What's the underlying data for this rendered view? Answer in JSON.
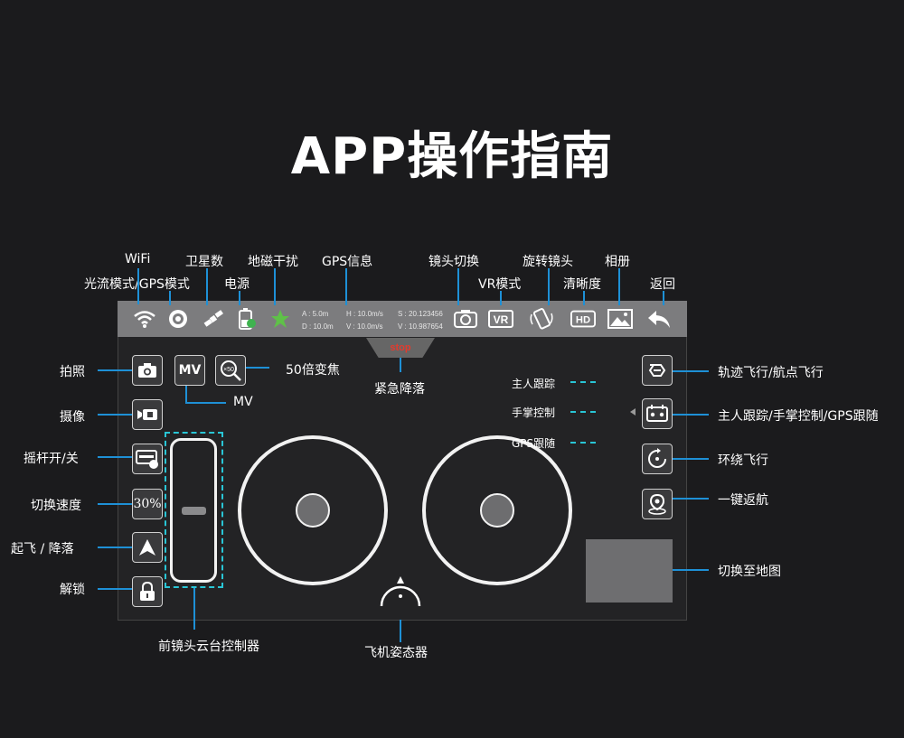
{
  "title": "APP操作指南",
  "top_labels": {
    "wifi": "WiFi",
    "optical_gps": "光流模式/GPS模式",
    "satellites": "卫星数",
    "power": "电源",
    "geomagnetic": "地磁干扰",
    "gps_info": "GPS信息",
    "lens_switch": "镜头切换",
    "vr_mode": "VR模式",
    "rotate_lens": "旋转镜头",
    "clarity": "清晰度",
    "album": "相册",
    "back": "返回"
  },
  "gps_readout": {
    "a": "A : 5.0m",
    "d": "D : 10.0m",
    "h": "H : 10.0m/s",
    "v": "V : 10.0m/s",
    "s": "S : 20.123456",
    "v2": "V : 10.987654"
  },
  "topbar_icons": {
    "vr": "VR",
    "hd": "HD"
  },
  "left_labels": {
    "photo": "拍照",
    "video": "摄像",
    "stick": "摇杆开/关",
    "speed": "切换速度",
    "takeoff": "起飞 / 降落",
    "unlock": "解锁"
  },
  "buttons": {
    "mv": "MV",
    "zoom": "×50",
    "speed_value": "30%",
    "stop": "stop"
  },
  "middle_labels": {
    "zoom50": "50倍变焦",
    "mv": "MV",
    "emergency": "紧急降落",
    "gimbal": "前镜头云台控制器",
    "attitude": "飞机姿态器"
  },
  "modes": {
    "follow": "主人跟踪",
    "palm": "手掌控制",
    "gps_follow": "GPS跟随"
  },
  "right_labels": {
    "track": "轨迹飞行/航点飞行",
    "follow_modes": "主人跟踪/手掌控制/GPS跟随",
    "orbit": "环绕飞行",
    "rth": "一键返航",
    "map": "切换至地图"
  },
  "colors": {
    "background": "#1b1b1d",
    "leader_line": "#1e90d6",
    "dash": "#29c6d6",
    "stop_text": "#e23b2e",
    "topbar": "#7c7c7e"
  }
}
